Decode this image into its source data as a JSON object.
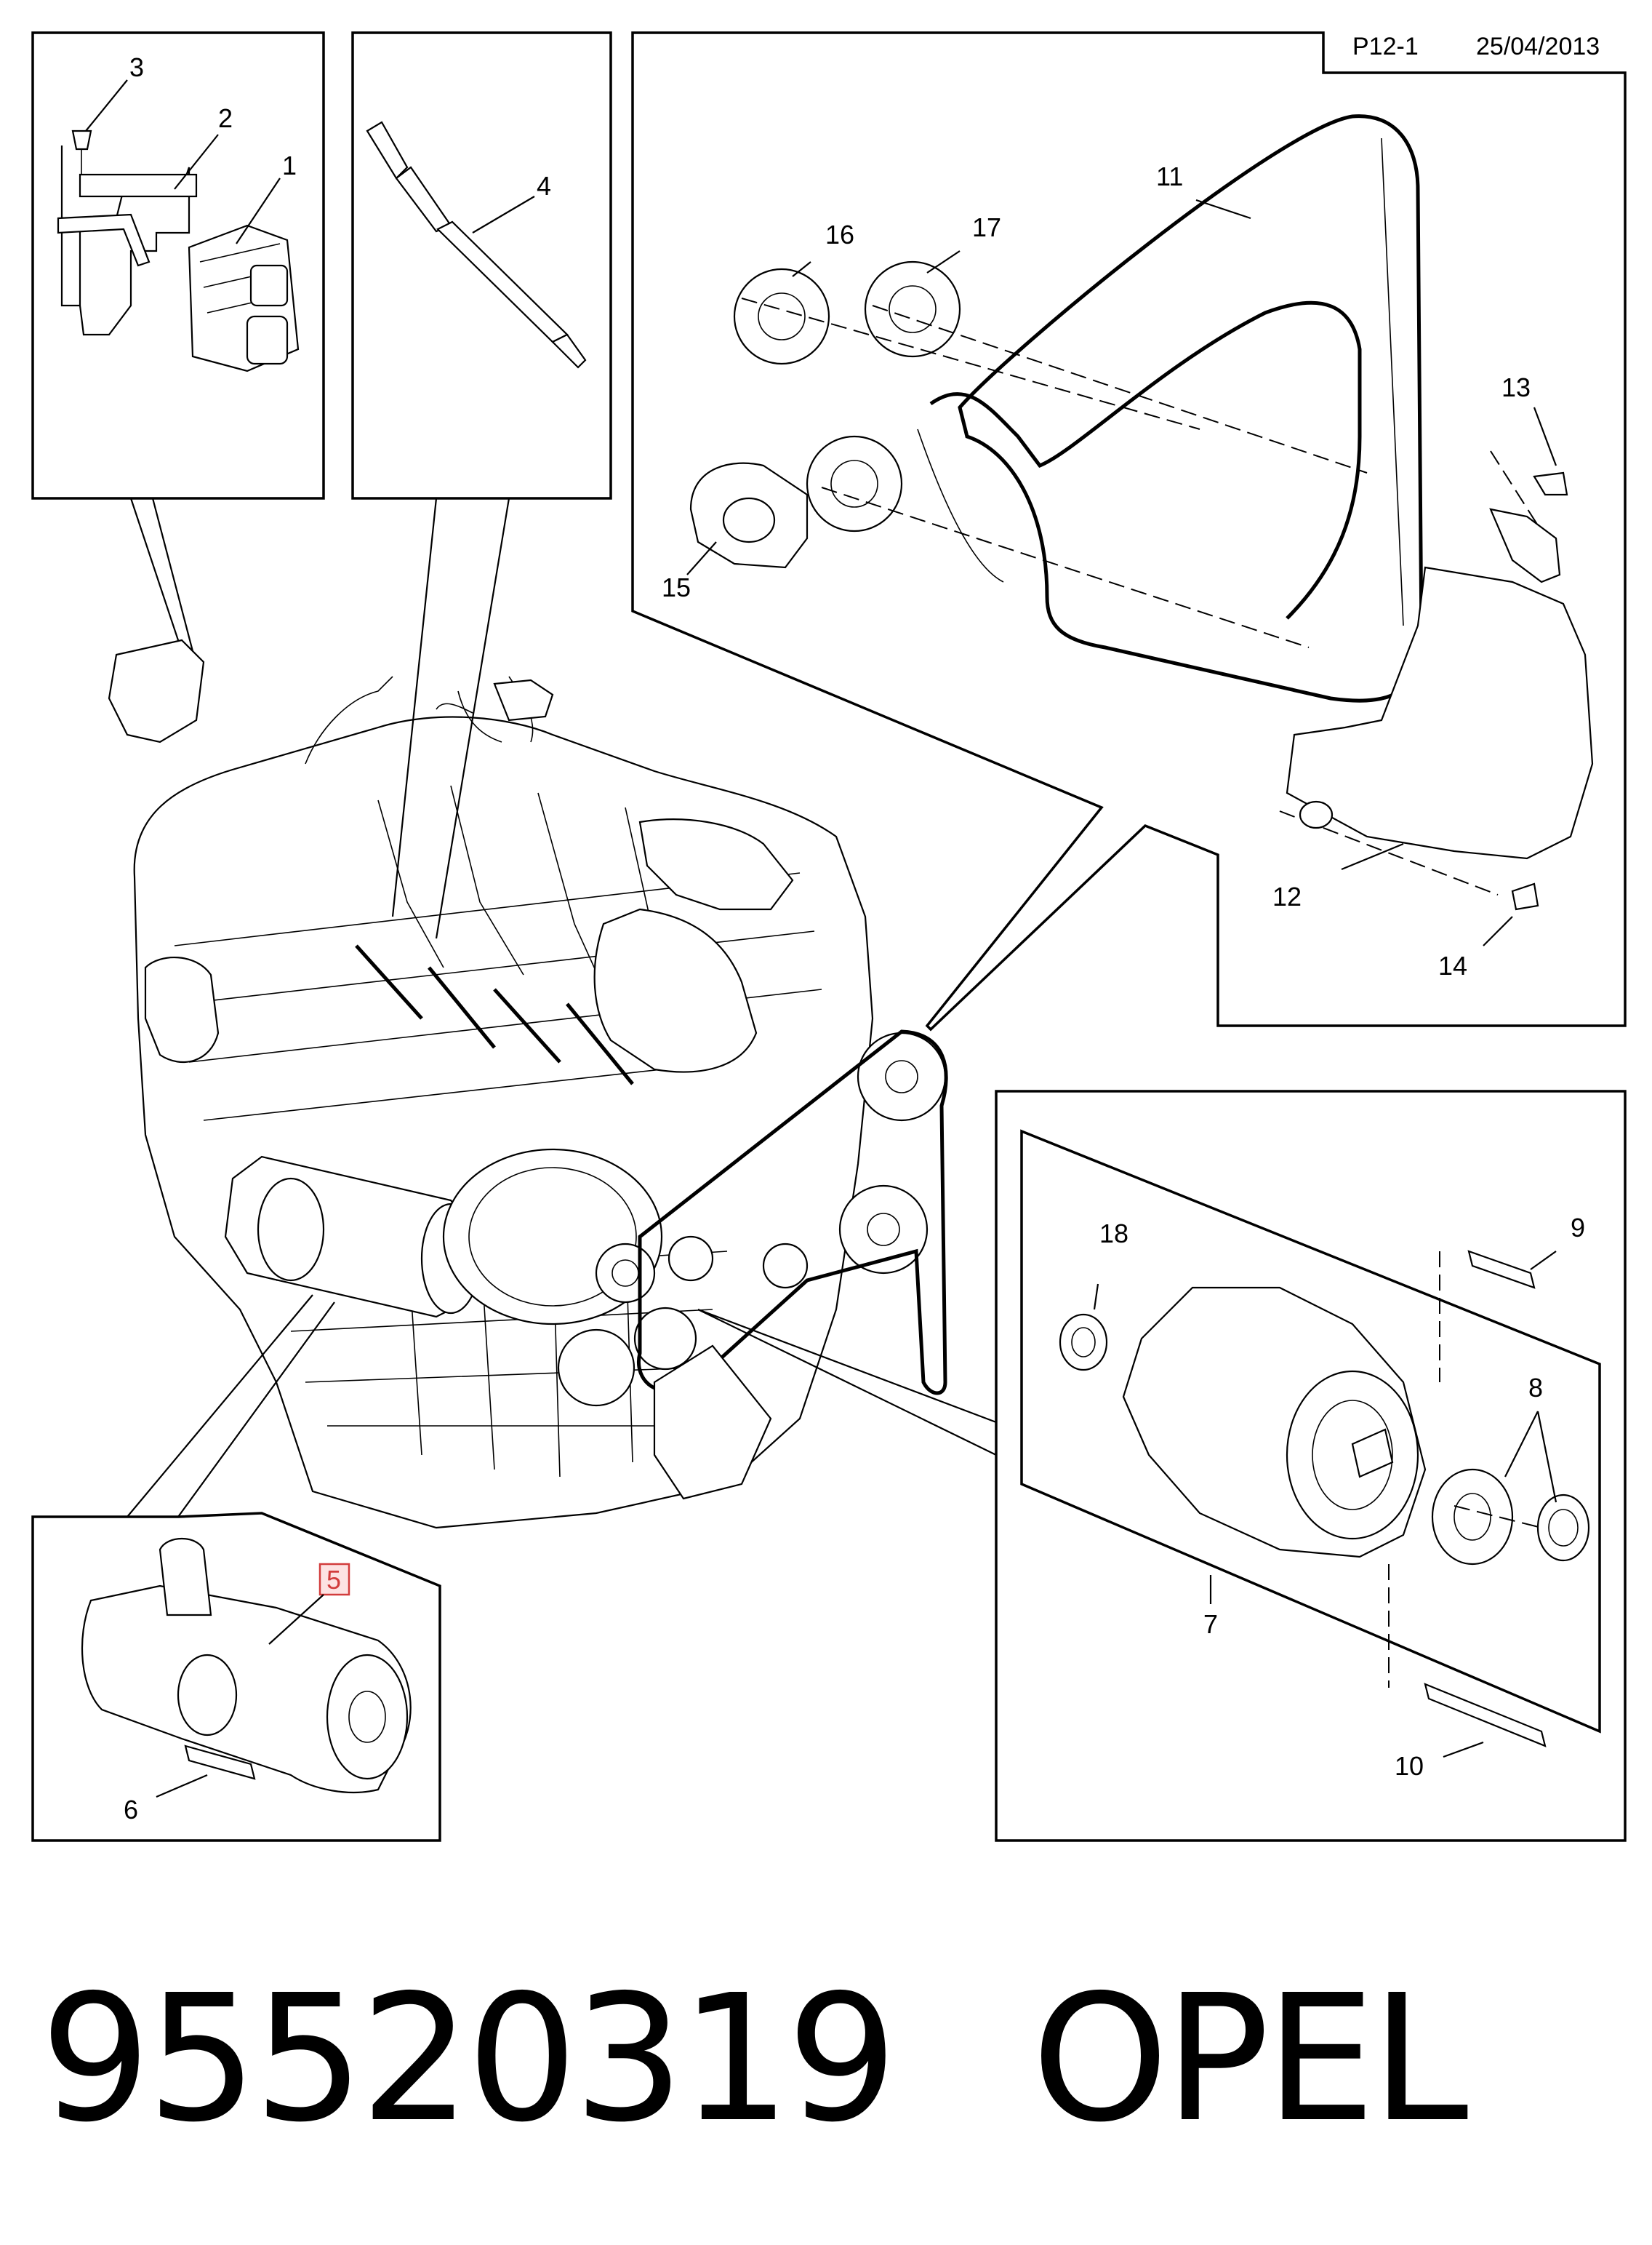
{
  "header": {
    "page_ref": "P12-1",
    "date": "25/04/2013"
  },
  "callouts": [
    "1",
    "2",
    "3",
    "4",
    "5",
    "6",
    "7",
    "8",
    "9",
    "10",
    "11",
    "12",
    "13",
    "14",
    "15",
    "16",
    "17",
    "18"
  ],
  "highlighted_callout": "5",
  "caption": {
    "part_number": "95520319",
    "brand": "OPEL"
  }
}
